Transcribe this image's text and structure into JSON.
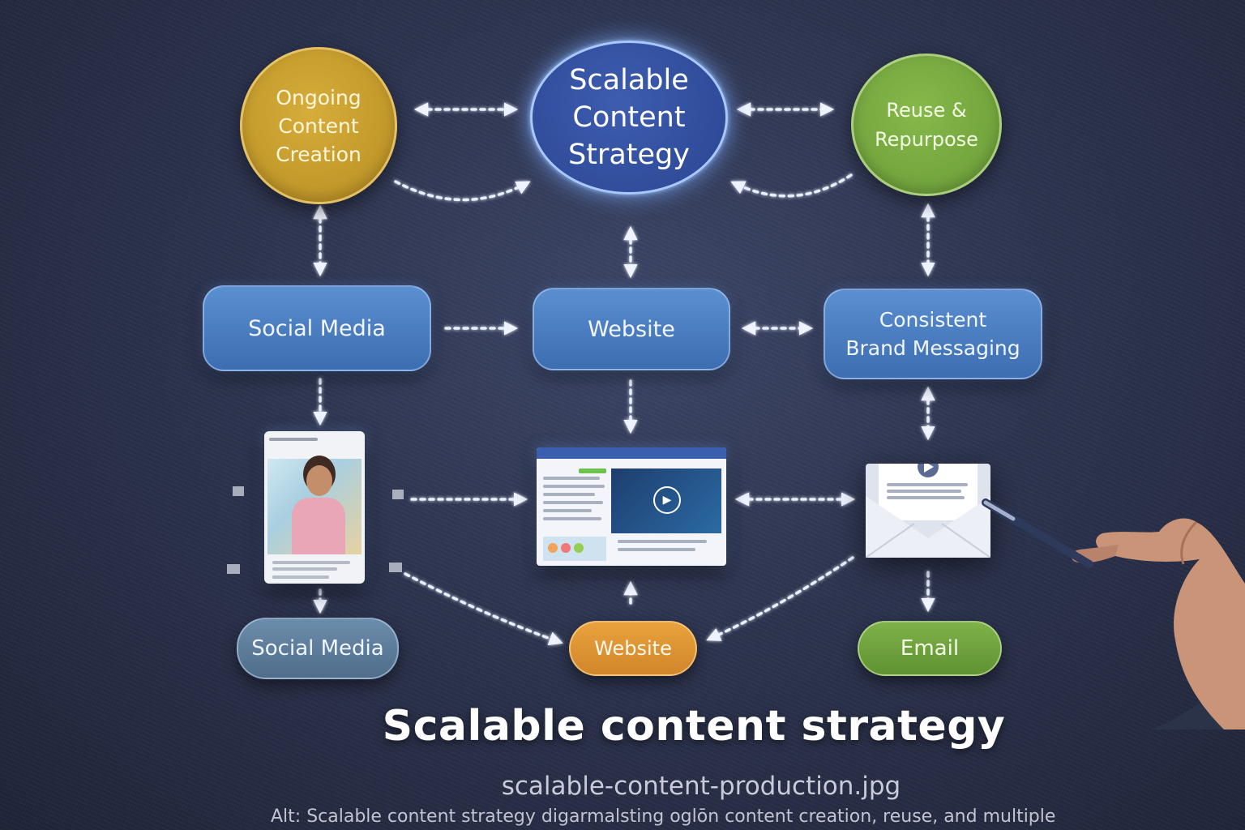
{
  "diagram": {
    "hub": {
      "label_lines": [
        "Scalable",
        "Content",
        "Strategy"
      ]
    },
    "top_left": {
      "label_lines": [
        "Ongoing",
        "Content",
        "Creation"
      ]
    },
    "top_right": {
      "label_lines": [
        "Reuse &",
        "Repurpose"
      ]
    },
    "mid_left": {
      "label": "Social Media"
    },
    "mid_center": {
      "label": "Website"
    },
    "mid_right": {
      "label_lines": [
        "Consistent",
        "Brand Messaging"
      ]
    },
    "bottom_left": {
      "label": "Social Media"
    },
    "bottom_center": {
      "label": "Website"
    },
    "bottom_right": {
      "label": "Email"
    }
  },
  "caption": {
    "title": "Scalable content strategy",
    "filename": "scalable-content-production.jpg",
    "alt_text": "Alt: Scalable content strategy digarmalsting oglōn content creation, reuse, and multiple"
  },
  "colors": {
    "background": "#2d344f",
    "hub": "#2f4c9c",
    "yellow_node": "#c99d2c",
    "green_node": "#76a841",
    "blue_box": "#4a7fc1",
    "orange_pill": "#e09636",
    "connector": "#e8f0ff"
  },
  "icons": [
    "phone-card-icon",
    "browser-card-icon",
    "envelope-icon",
    "hand-with-pen-icon"
  ]
}
